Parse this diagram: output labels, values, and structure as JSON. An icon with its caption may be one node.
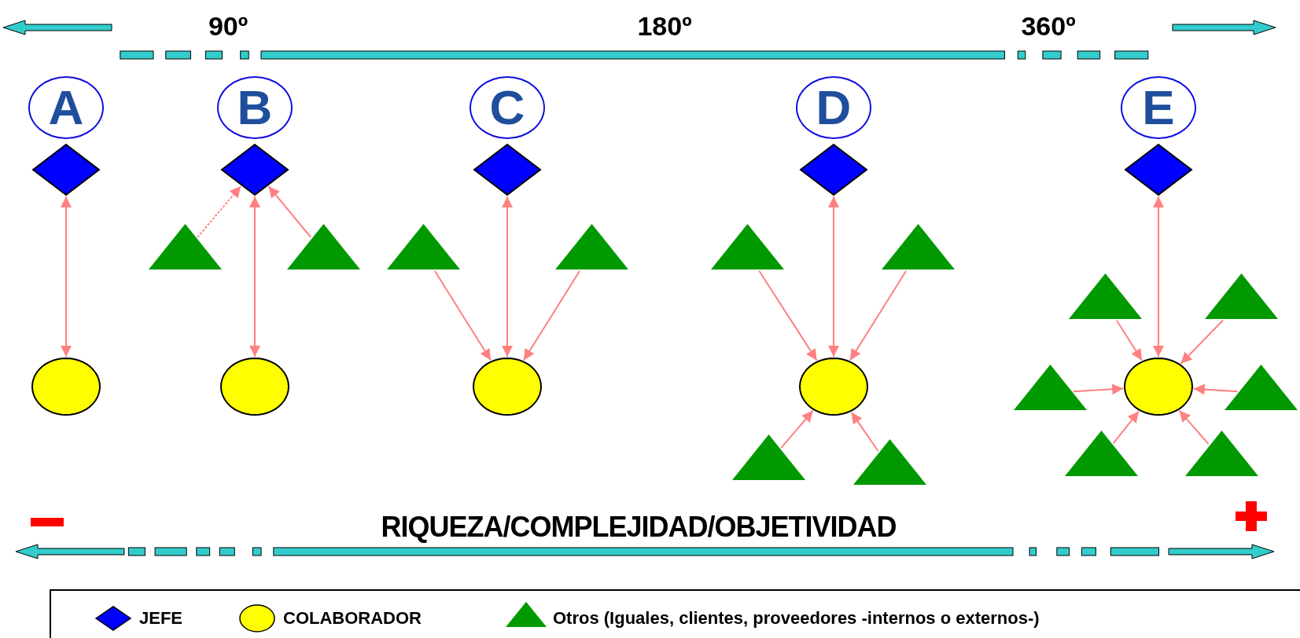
{
  "diagram": {
    "nodes": [
      {
        "text": [
          "A"
        ]
      },
      {
        "text": [],
        "shape": "diamond"
      },
      {
        "text": [],
        "shape": "circle"
      },
      {
        "text": [
          "B"
        ]
      },
      {
        "text": [],
        "shape": "diamond"
      },
      {
        "text": [],
        "shape": "triangle"
      },
      {
        "text": [],
        "shape": "triangle"
      },
      {
        "text": [],
        "shape": "circle"
      },
      {
        "text": [
          "C"
        ]
      },
      {
        "text": [],
        "shape": "diamond"
      },
      {
        "text": [],
        "shape": "triangle"
      },
      {
        "text": [],
        "shape": "triangle"
      },
      {
        "text": [],
        "shape": "circle"
      },
      {
        "text": [
          "D"
        ]
      },
      {
        "text": [],
        "shape": "diamond"
      },
      {
        "text": [],
        "shape": "triangle"
      },
      {
        "text": [],
        "shape": "triangle"
      },
      {
        "text": [],
        "shape": "circle"
      },
      {
        "text": [],
        "shape": "triangle"
      },
      {
        "text": [],
        "shape": "triangle"
      },
      {
        "text": [
          "E"
        ]
      },
      {
        "text": [],
        "shape": "diamond"
      },
      {
        "text": [],
        "shape": "triangle"
      },
      {
        "text": [],
        "shape": "triangle"
      },
      {
        "text": [],
        "shape": "circle"
      },
      {
        "text": [],
        "shape": "triangle"
      },
      {
        "text": [],
        "shape": "triangle"
      },
      {
        "text": [],
        "shape": "triangle"
      },
      {
        "text": [],
        "shape": "triangle"
      }
    ],
    "edges": [
      {
        "from": 1,
        "to": 2,
        "arrow": "both"
      },
      {
        "from": 4,
        "to": 7,
        "arrow": "both"
      },
      {
        "from": 5,
        "to": 4,
        "arrow": "to",
        "style": "dashed"
      },
      {
        "from": 6,
        "to": 4,
        "arrow": "to"
      },
      {
        "from": 9,
        "to": 12,
        "arrow": "both"
      },
      {
        "from": 10,
        "to": 12,
        "arrow": "to"
      },
      {
        "from": 11,
        "to": 12,
        "arrow": "to"
      },
      {
        "from": 14,
        "to": 17,
        "arrow": "both"
      },
      {
        "from": 15,
        "to": 17,
        "arrow": "to"
      },
      {
        "from": 16,
        "to": 17,
        "arrow": "to"
      },
      {
        "from": 18,
        "to": 17,
        "arrow": "to"
      },
      {
        "from": 19,
        "to": 17,
        "arrow": "to"
      },
      {
        "from": 21,
        "to": 24,
        "arrow": "both"
      },
      {
        "from": 22,
        "to": 24,
        "arrow": "to"
      },
      {
        "from": 23,
        "to": 24,
        "arrow": "to"
      },
      {
        "from": 25,
        "to": 24,
        "arrow": "to"
      },
      {
        "from": 26,
        "to": 24,
        "arrow": "to"
      },
      {
        "from": 27,
        "to": 24,
        "arrow": "to"
      },
      {
        "from": 28,
        "to": 24,
        "arrow": "to"
      }
    ],
    "labels": [
      "90º",
      "180º",
      "360º",
      "RIQUEZA/COMPLEJIDAD/OBJETIVIDAD"
    ],
    "legend": [
      {
        "text": "JEFE"
      },
      {
        "text": "COLABORADOR"
      },
      {
        "text": "Otros (Iguales, clientes, proveedores -internos o externos-)"
      }
    ]
  }
}
